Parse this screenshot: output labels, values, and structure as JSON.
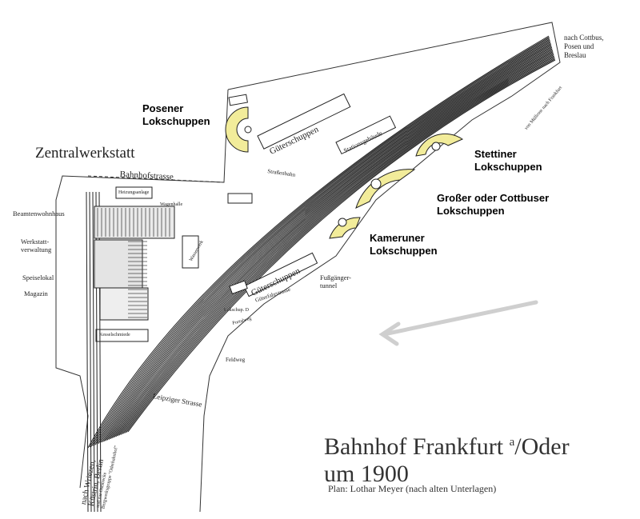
{
  "shed_labels": {
    "posener": [
      "Posener",
      "Lokschuppen"
    ],
    "stettiner": [
      "Stettiner",
      "Lokschuppen"
    ],
    "cottbuser": [
      "Großer oder Cottbuser",
      "Lokschuppen"
    ],
    "kameruner": [
      "Kameruner",
      "Lokschuppen"
    ]
  },
  "plan_labels": {
    "zentralwerkstatt": "Zentralwerkstatt",
    "bahnhofstrasse": "Bahnhofstrasse",
    "beamtenwohnhaus": "Beamtenwohnhaus",
    "werkstattverwaltung": [
      "Werkstatt-",
      "verwaltung"
    ],
    "speiselokal": "Speiselokal",
    "magazin": "Magazin",
    "hebzeug": "Heizungsanlage",
    "wagenhalle": "Wagenhalle",
    "kesselschmiede": "Kesselschmiede",
    "gueterschuppen_top": "Güterschuppen",
    "stationsgebaeude": "Stationsgebäude",
    "strassenbahn": "Straßenbahn",
    "wasserwerk": "Wasserwerk",
    "gueterschuppen_low": "Güterschuppen",
    "gueterfahrstrasse": "Güterfahrstrasse",
    "fussgaengertunnel": [
      "Fußgänger-",
      "tunnel"
    ],
    "feldweg": "Feldweg",
    "leipziger_strasse": "Leipziger Strasse",
    "lok_d": "Lokschup. D",
    "portalweg": "Portalweg",
    "nach_cottbus": [
      "nach Cottbus,",
      "Posen und",
      "Breslau"
    ],
    "nach_muellrose": "von Müllrose nach Frankfurt",
    "nach_wriezen": [
      "nach Wriezen,",
      "Küstrin, Berlin",
      "und zur Oststrecke",
      "Bergwerksgruppe \"Oderbahnhof\""
    ]
  },
  "title": {
    "main": "Bahnhof Frankfurt",
    "sup": "a",
    "main2": "/Oder",
    "line2": "um 1900",
    "credit": "Plan: Lothar Meyer (nach alten Unterlagen)"
  },
  "colors": {
    "shed_fill": "#f2ec9a",
    "ink": "#222222",
    "paper": "#ffffff"
  }
}
